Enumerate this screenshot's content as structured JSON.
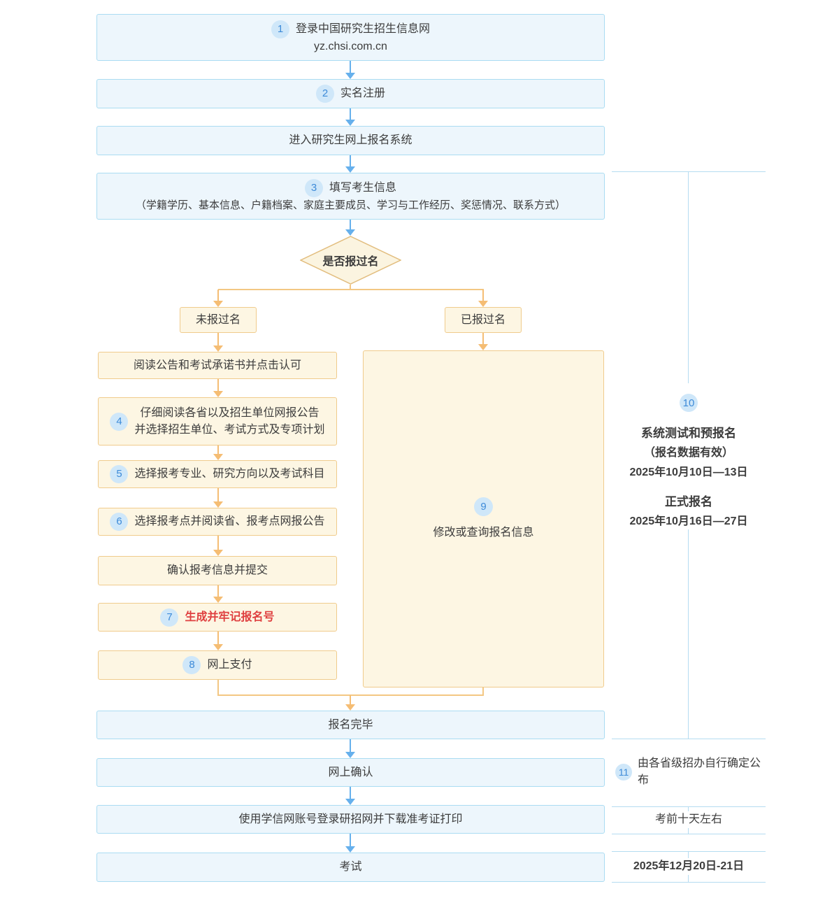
{
  "flow": {
    "top_boxes": [
      {
        "badge": "1",
        "lines": [
          "登录中国研究生招生信息网",
          "yz.chsi.com.cn"
        ]
      },
      {
        "badge": "2",
        "lines": [
          "实名注册"
        ]
      },
      {
        "badge": "",
        "lines": [
          "进入研究生网上报名系统"
        ]
      },
      {
        "badge": "3",
        "lines": [
          "填写考生信息",
          "（学籍学历、基本信息、户籍档案、家庭主要成员、学习与工作经历、奖惩情况、联系方式）"
        ]
      }
    ],
    "decision": {
      "label": "是否报过名"
    },
    "branches": [
      {
        "label": "未报过名"
      },
      {
        "label": "已报过名"
      }
    ],
    "left_steps": [
      {
        "badge": "",
        "lines": [
          "阅读公告和考试承诺书并点击认可"
        ]
      },
      {
        "badge": "4",
        "lines": [
          "仔细阅读各省以及招生单位网报公告",
          "并选择招生单位、考试方式及专项计划"
        ]
      },
      {
        "badge": "5",
        "lines": [
          "选择报考专业、研究方向以及考试科目"
        ]
      },
      {
        "badge": "6",
        "lines": [
          "选择报考点并阅读省、报考点网报公告"
        ]
      },
      {
        "badge": "",
        "lines": [
          "确认报考信息并提交"
        ]
      },
      {
        "badge": "7",
        "lines": [
          "生成并牢记报名号"
        ],
        "highlight": true
      },
      {
        "badge": "8",
        "lines": [
          "网上支付"
        ]
      }
    ],
    "right_box": {
      "badge": "9",
      "label": "修改或查询报名信息"
    },
    "bottom_boxes": [
      {
        "label": "报名完毕"
      },
      {
        "label": "网上确认"
      },
      {
        "label": "使用学信网账号登录研招网并下载准考证打印"
      },
      {
        "label": "考试"
      }
    ]
  },
  "side_panel": {
    "schedule": {
      "badge": "10",
      "pretest_title": "系统测试和预报名",
      "pretest_note": "（报名数据有效）",
      "pretest_dates": "2025年10月10日—13日",
      "official_title": "正式报名",
      "official_dates": "2025年10月16日—27日"
    },
    "confirm_row": {
      "badge": "11",
      "label": "由各省级招办自行确定公布"
    },
    "print_row": {
      "label": "考前十天左右"
    },
    "exam_row": {
      "label": "2025年12月20日-21日"
    }
  },
  "colors": {
    "box_blue_fill": "#edf6fc",
    "box_blue_border": "#aadcf2",
    "box_cream_fill": "#fdf6e3",
    "box_cream_border": "#f0cb8c",
    "arrow_blue": "#66b0ec",
    "arrow_orange": "#f5bd74",
    "badge_bg": "#cfe7f9",
    "badge_text": "#3e8bd8",
    "highlight_red": "#df4040",
    "panel_line": "#b5dcf1",
    "text": "#3c3c3c"
  }
}
